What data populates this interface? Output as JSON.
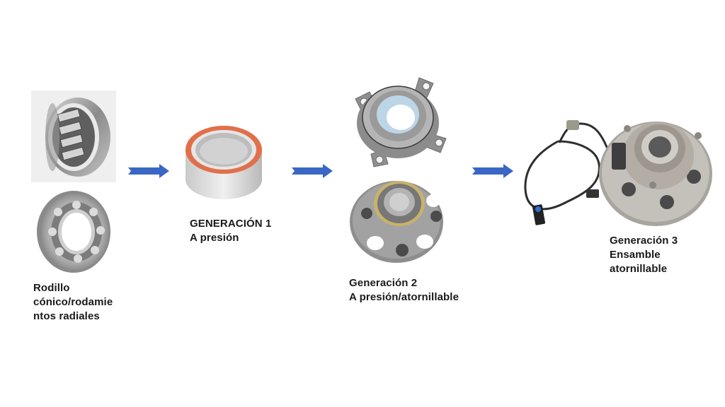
{
  "slide": {
    "background": "#ffffff",
    "arrow_color": "#3a66c4"
  },
  "stages": [
    {
      "id": "base",
      "label_lines": [
        "Rodillo",
        "cónico/rodamie",
        "ntos radiales"
      ],
      "images": [
        "tapered-roller-bearing",
        "radial-ball-bearing"
      ]
    },
    {
      "id": "gen1",
      "label_lines": [
        "GENERACIÓN 1",
        "A presión"
      ],
      "images": [
        "double-row-bearing-orange-seal"
      ]
    },
    {
      "id": "gen2",
      "label_lines": [
        "Generación 2",
        "A presión/atornillable"
      ],
      "images": [
        "flanged-bearing-unit",
        "hub-flange-bearing"
      ]
    },
    {
      "id": "gen3",
      "label_lines": [
        "Generación 3",
        "Ensamble",
        "atornillable"
      ],
      "images": [
        "hub-assembly-with-abs-sensor"
      ]
    }
  ],
  "arrows": [
    {
      "from": "base",
      "to": "gen1"
    },
    {
      "from": "gen1",
      "to": "gen2"
    },
    {
      "from": "gen2",
      "to": "gen3"
    }
  ]
}
